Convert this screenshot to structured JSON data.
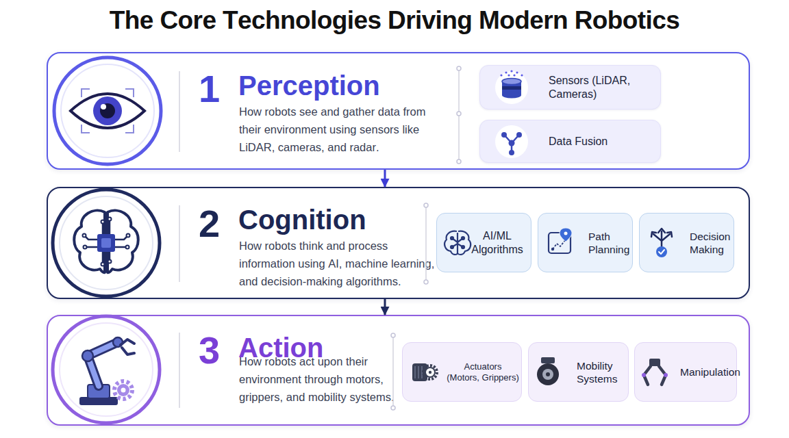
{
  "diagram": {
    "title": "The Core Technologies Driving Modern Robotics",
    "nodes": [
      {
        "text": [
          "1",
          "Perception",
          "How robots see and gather data from their environment using sensors like LiDAR, cameras, and radar."
        ]
      },
      {
        "text": [
          "Sensors (LiDAR, Cameras)"
        ],
        "in": 0
      },
      {
        "text": [
          "Data Fusion"
        ],
        "in": 0
      },
      {
        "text": [
          "2",
          "Cognition",
          "How robots think and process information using AI, machine learning, and decision-making algorithms."
        ]
      },
      {
        "text": [
          "AI/ML Algorithms"
        ],
        "in": 3
      },
      {
        "text": [
          "Path Planning"
        ],
        "in": 3
      },
      {
        "text": [
          "Decision Making"
        ],
        "in": 3
      },
      {
        "text": [
          "3",
          "Action",
          "How robots act upon their environment through motors, grippers, and mobility systems."
        ]
      },
      {
        "text": [
          "Actuators (Motors, Grippers)"
        ],
        "in": 7
      },
      {
        "text": [
          "Mobility Systems"
        ],
        "in": 7
      },
      {
        "text": [
          "Manipulation"
        ],
        "in": 7
      }
    ],
    "edges": [
      {
        "from": 0,
        "to": 3,
        "arrow": "to"
      },
      {
        "from": 3,
        "to": 7,
        "arrow": "to"
      }
    ]
  }
}
